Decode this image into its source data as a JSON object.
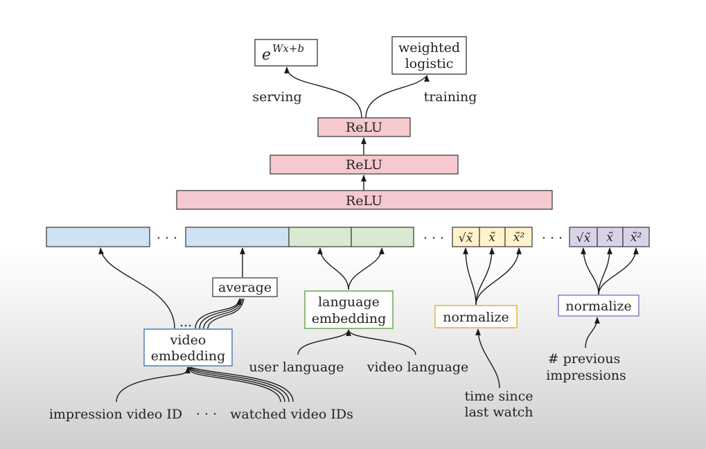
{
  "outputs": {
    "serving_formula": "e",
    "serving_exponent": "Wx+b",
    "training_box": [
      "weighted",
      "logistic"
    ]
  },
  "branch_labels": {
    "serving": "serving",
    "training": "training"
  },
  "relu_layers": [
    "ReLU",
    "ReLU",
    "ReLU"
  ],
  "ellipsis": "· · ·",
  "small_ellipsis": "...",
  "features": {
    "average": "average",
    "video_embedding": [
      "video",
      "embedding"
    ],
    "impression_video_id": "impression video ID",
    "watched_video_ids": "watched video IDs",
    "language_embedding": [
      "language",
      "embedding"
    ],
    "user_language": "user language",
    "video_language": "video language",
    "normalize_time": "normalize",
    "time_since_last_watch": [
      "time since",
      "last watch"
    ],
    "normalize_impressions": "normalize",
    "previous_impressions": [
      "# previous",
      "impressions"
    ],
    "transforms": [
      "√x̃",
      "x̃",
      "x̃²"
    ]
  },
  "colors": {
    "relu": "#f6c9cf",
    "blue": "#cfe2f3",
    "green": "#d9ead3",
    "yellow": "#fff2cc",
    "purple": "#d9d2e9",
    "blue_border": "#4a7fb5",
    "green_border": "#6aa84f",
    "yellow_border": "#e0b43a",
    "purple_border": "#8e7cc3"
  }
}
